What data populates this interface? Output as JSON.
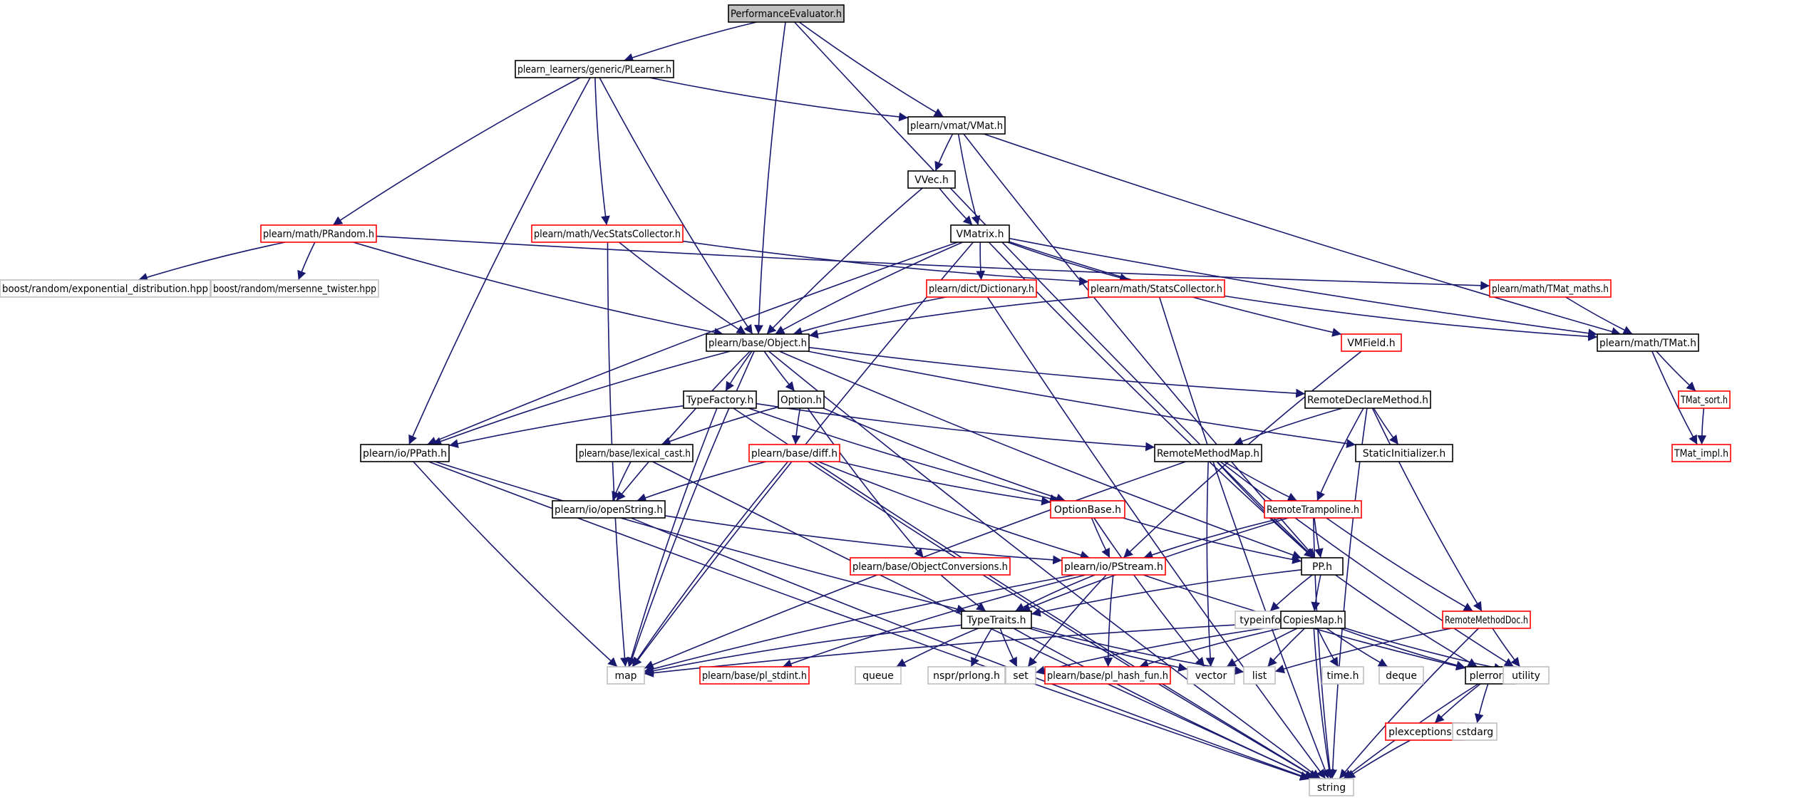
{
  "graph": {
    "edge_color": "#191970",
    "border_colors": {
      "normal": "#000000",
      "red": "#ff0000",
      "grey": "#bfbfbf"
    },
    "root_fill": "#bfbfbf",
    "nodes": [
      {
        "id": "perf",
        "label": "PerformanceEvaluator.h",
        "style": "root"
      },
      {
        "id": "plearner",
        "label": "plearn_learners/generic/PLearner.h",
        "style": "normal"
      },
      {
        "id": "vmat",
        "label": "plearn/vmat/VMat.h",
        "style": "normal"
      },
      {
        "id": "vvec",
        "label": "VVec.h",
        "style": "normal"
      },
      {
        "id": "vmatrix",
        "label": "VMatrix.h",
        "style": "normal"
      },
      {
        "id": "prandom",
        "label": "plearn/math/PRandom.h",
        "style": "red"
      },
      {
        "id": "vecstats",
        "label": "plearn/math/VecStatsCollector.h",
        "style": "red"
      },
      {
        "id": "dictionary",
        "label": "plearn/dict/Dictionary.h",
        "style": "red"
      },
      {
        "id": "statscoll",
        "label": "plearn/math/StatsCollector.h",
        "style": "red"
      },
      {
        "id": "tmatmaths",
        "label": "plearn/math/TMat_maths.h",
        "style": "red"
      },
      {
        "id": "boostexp",
        "label": "boost/random/exponential_distribution.hpp",
        "style": "grey"
      },
      {
        "id": "boostmt",
        "label": "boost/random/mersenne_twister.hpp",
        "style": "grey"
      },
      {
        "id": "object",
        "label": "plearn/base/Object.h",
        "style": "normal"
      },
      {
        "id": "vmfield",
        "label": "VMField.h",
        "style": "red"
      },
      {
        "id": "tmat",
        "label": "plearn/math/TMat.h",
        "style": "normal"
      },
      {
        "id": "typefactory",
        "label": "TypeFactory.h",
        "style": "normal"
      },
      {
        "id": "option",
        "label": "Option.h",
        "style": "normal"
      },
      {
        "id": "remotedecl",
        "label": "RemoteDeclareMethod.h",
        "style": "normal"
      },
      {
        "id": "tmatsort",
        "label": "TMat_sort.h",
        "style": "red"
      },
      {
        "id": "ppath",
        "label": "plearn/io/PPath.h",
        "style": "normal"
      },
      {
        "id": "lexical",
        "label": "plearn/base/lexical_cast.h",
        "style": "normal"
      },
      {
        "id": "diff",
        "label": "plearn/base/diff.h",
        "style": "red"
      },
      {
        "id": "remotemm",
        "label": "RemoteMethodMap.h",
        "style": "normal"
      },
      {
        "id": "staticinit",
        "label": "StaticInitializer.h",
        "style": "normal"
      },
      {
        "id": "tmatimpl",
        "label": "TMat_impl.h",
        "style": "red"
      },
      {
        "id": "openstring",
        "label": "plearn/io/openString.h",
        "style": "normal"
      },
      {
        "id": "optionbase",
        "label": "OptionBase.h",
        "style": "red"
      },
      {
        "id": "remotetramp",
        "label": "RemoteTrampoline.h",
        "style": "red"
      },
      {
        "id": "objconv",
        "label": "plearn/base/ObjectConversions.h",
        "style": "red"
      },
      {
        "id": "pstream",
        "label": "plearn/io/PStream.h",
        "style": "red"
      },
      {
        "id": "pp",
        "label": "PP.h",
        "style": "normal"
      },
      {
        "id": "typeinfo",
        "label": "typeinfo",
        "style": "grey"
      },
      {
        "id": "typetraits",
        "label": "TypeTraits.h",
        "style": "normal"
      },
      {
        "id": "copiesmap",
        "label": "CopiesMap.h",
        "style": "normal"
      },
      {
        "id": "remotedoc",
        "label": "RemoteMethodDoc.h",
        "style": "red"
      },
      {
        "id": "map",
        "label": "map",
        "style": "grey"
      },
      {
        "id": "plstdint",
        "label": "plearn/base/pl_stdint.h",
        "style": "red"
      },
      {
        "id": "queue",
        "label": "queue",
        "style": "grey"
      },
      {
        "id": "prlong",
        "label": "nspr/prlong.h",
        "style": "grey"
      },
      {
        "id": "set",
        "label": "set",
        "style": "grey"
      },
      {
        "id": "hashfun",
        "label": "plearn/base/pl_hash_fun.h",
        "style": "red"
      },
      {
        "id": "vector",
        "label": "vector",
        "style": "grey"
      },
      {
        "id": "list",
        "label": "list",
        "style": "grey"
      },
      {
        "id": "timeh",
        "label": "time.h",
        "style": "grey"
      },
      {
        "id": "deque",
        "label": "deque",
        "style": "grey"
      },
      {
        "id": "plerror",
        "label": "plerror.h",
        "style": "normal"
      },
      {
        "id": "utility",
        "label": "utility",
        "style": "grey"
      },
      {
        "id": "plexceptions",
        "label": "plexceptions.h",
        "style": "red"
      },
      {
        "id": "cstdarg",
        "label": "cstdarg",
        "style": "grey"
      },
      {
        "id": "string",
        "label": "string",
        "style": "grey"
      }
    ],
    "edges": [
      [
        "perf",
        "plearner"
      ],
      [
        "perf",
        "vmat"
      ],
      [
        "perf",
        "object"
      ],
      [
        "perf",
        "pp"
      ],
      [
        "plearner",
        "prandom"
      ],
      [
        "plearner",
        "vecstats"
      ],
      [
        "plearner",
        "vmat"
      ],
      [
        "plearner",
        "object"
      ],
      [
        "plearner",
        "ppath"
      ],
      [
        "vmat",
        "vvec"
      ],
      [
        "vmat",
        "vmatrix"
      ],
      [
        "vmat",
        "tmat"
      ],
      [
        "vmat",
        "pp"
      ],
      [
        "vvec",
        "vmatrix"
      ],
      [
        "vvec",
        "object"
      ],
      [
        "vmatrix",
        "object"
      ],
      [
        "vmatrix",
        "dictionary"
      ],
      [
        "vmatrix",
        "statscoll"
      ],
      [
        "vmatrix",
        "vmfield"
      ],
      [
        "vmatrix",
        "tmat"
      ],
      [
        "vmatrix",
        "pp"
      ],
      [
        "vmatrix",
        "map"
      ],
      [
        "vmatrix",
        "ppath"
      ],
      [
        "prandom",
        "boostexp"
      ],
      [
        "prandom",
        "boostmt"
      ],
      [
        "prandom",
        "object"
      ],
      [
        "prandom",
        "tmatmaths"
      ],
      [
        "vecstats",
        "statscoll"
      ],
      [
        "vecstats",
        "object"
      ],
      [
        "vecstats",
        "map"
      ],
      [
        "dictionary",
        "object"
      ],
      [
        "dictionary",
        "string"
      ],
      [
        "statscoll",
        "object"
      ],
      [
        "statscoll",
        "tmat"
      ],
      [
        "statscoll",
        "string"
      ],
      [
        "tmatmaths",
        "tmat"
      ],
      [
        "object",
        "typefactory"
      ],
      [
        "object",
        "option"
      ],
      [
        "object",
        "remotedecl"
      ],
      [
        "object",
        "staticinit"
      ],
      [
        "object",
        "ppath"
      ],
      [
        "object",
        "openstring"
      ],
      [
        "object",
        "map"
      ],
      [
        "object",
        "pp"
      ],
      [
        "object",
        "string"
      ],
      [
        "vmfield",
        "pstream"
      ],
      [
        "tmat",
        "tmatsort"
      ],
      [
        "tmat",
        "tmatimpl"
      ],
      [
        "tmatsort",
        "tmatimpl"
      ],
      [
        "typefactory",
        "ppath"
      ],
      [
        "typefactory",
        "remotemm"
      ],
      [
        "typefactory",
        "optionbase"
      ],
      [
        "typefactory",
        "map"
      ],
      [
        "typefactory",
        "string"
      ],
      [
        "option",
        "lexical"
      ],
      [
        "option",
        "diff"
      ],
      [
        "option",
        "optionbase"
      ],
      [
        "option",
        "objconv"
      ],
      [
        "remotedecl",
        "remotemm"
      ],
      [
        "remotedecl",
        "staticinit"
      ],
      [
        "remotedecl",
        "remotetramp"
      ],
      [
        "remotedecl",
        "remotedoc"
      ],
      [
        "remotedecl",
        "string"
      ],
      [
        "ppath",
        "typetraits"
      ],
      [
        "ppath",
        "map"
      ],
      [
        "ppath",
        "string"
      ],
      [
        "lexical",
        "openstring"
      ],
      [
        "lexical",
        "string"
      ],
      [
        "diff",
        "openstring"
      ],
      [
        "diff",
        "optionbase"
      ],
      [
        "diff",
        "pstream"
      ],
      [
        "diff",
        "map"
      ],
      [
        "diff",
        "string"
      ],
      [
        "remotemm",
        "remotetramp"
      ],
      [
        "remotemm",
        "pp"
      ],
      [
        "remotemm",
        "map"
      ],
      [
        "remotemm",
        "vector"
      ],
      [
        "remotemm",
        "utility"
      ],
      [
        "openstring",
        "pstream"
      ],
      [
        "openstring",
        "string"
      ],
      [
        "optionbase",
        "pstream"
      ],
      [
        "optionbase",
        "pp"
      ],
      [
        "optionbase",
        "vector"
      ],
      [
        "remotetramp",
        "pstream"
      ],
      [
        "remotetramp",
        "pp"
      ],
      [
        "remotetramp",
        "typetraits"
      ],
      [
        "remotetramp",
        "remotedoc"
      ],
      [
        "remotetramp",
        "string"
      ],
      [
        "objconv",
        "typetraits"
      ],
      [
        "pstream",
        "typetraits"
      ],
      [
        "pstream",
        "map"
      ],
      [
        "pstream",
        "plstdint"
      ],
      [
        "pstream",
        "set"
      ],
      [
        "pstream",
        "hashfun"
      ],
      [
        "pstream",
        "plerror"
      ],
      [
        "pp",
        "typeinfo"
      ],
      [
        "pp",
        "copiesmap"
      ],
      [
        "pp",
        "typetraits"
      ],
      [
        "pp",
        "plerror"
      ],
      [
        "typetraits",
        "map"
      ],
      [
        "typetraits",
        "queue"
      ],
      [
        "typetraits",
        "prlong"
      ],
      [
        "typetraits",
        "set"
      ],
      [
        "typetraits",
        "vector"
      ],
      [
        "typetraits",
        "list"
      ],
      [
        "typetraits",
        "string"
      ],
      [
        "copiesmap",
        "map"
      ],
      [
        "copiesmap",
        "hashfun"
      ],
      [
        "copiesmap",
        "set"
      ],
      [
        "copiesmap",
        "vector"
      ],
      [
        "copiesmap",
        "list"
      ],
      [
        "copiesmap",
        "timeh"
      ],
      [
        "copiesmap",
        "deque"
      ],
      [
        "copiesmap",
        "plerror"
      ],
      [
        "copiesmap",
        "utility"
      ],
      [
        "copiesmap",
        "string"
      ],
      [
        "remotedoc",
        "list"
      ],
      [
        "remotedoc",
        "utility"
      ],
      [
        "remotedoc",
        "string"
      ],
      [
        "plerror",
        "plexceptions"
      ],
      [
        "plerror",
        "cstdarg"
      ],
      [
        "plerror",
        "string"
      ],
      [
        "plexceptions",
        "string"
      ]
    ]
  }
}
